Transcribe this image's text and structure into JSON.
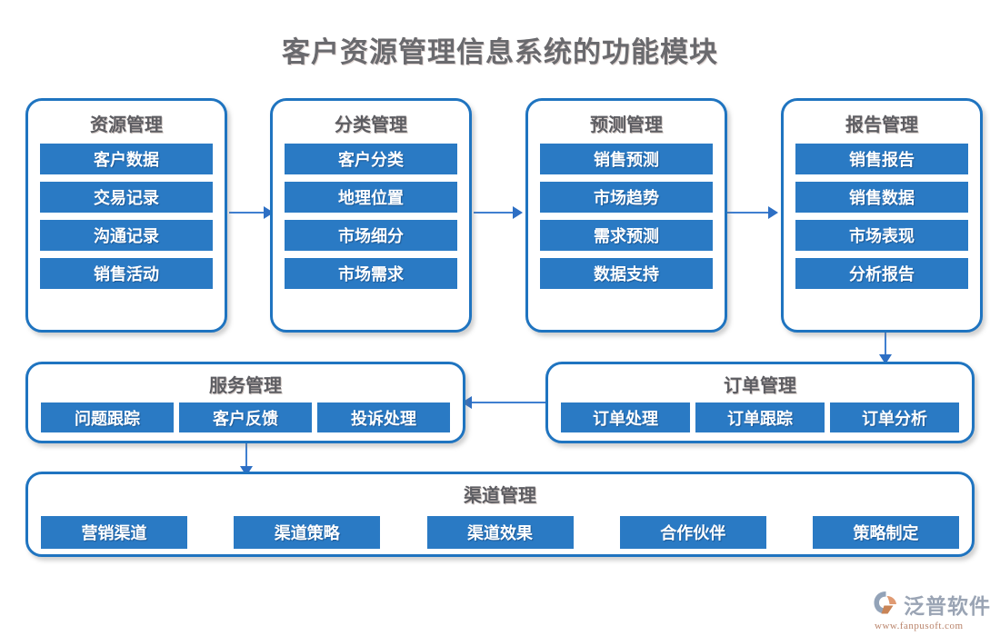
{
  "page": {
    "title": "客户资源管理信息系统的功能模块",
    "background_color": "#ffffff",
    "accent_color": "#2a7ac4",
    "border_color": "#1f74c0",
    "title_color": "#6a6a6e"
  },
  "modules": {
    "resource": {
      "title": "资源管理",
      "items": [
        "客户数据",
        "交易记录",
        "沟通记录",
        "销售活动"
      ]
    },
    "classification": {
      "title": "分类管理",
      "items": [
        "客户分类",
        "地理位置",
        "市场细分",
        "市场需求"
      ]
    },
    "forecast": {
      "title": "预测管理",
      "items": [
        "销售预测",
        "市场趋势",
        "需求预测",
        "数据支持"
      ]
    },
    "report": {
      "title": "报告管理",
      "items": [
        "销售报告",
        "销售数据",
        "市场表现",
        "分析报告"
      ]
    },
    "service": {
      "title": "服务管理",
      "items": [
        "问题跟踪",
        "客户反馈",
        "投诉处理"
      ]
    },
    "order": {
      "title": "订单管理",
      "items": [
        "订单处理",
        "订单跟踪",
        "订单分析"
      ]
    },
    "channel": {
      "title": "渠道管理",
      "items": [
        "营销渠道",
        "渠道策略",
        "渠道效果",
        "合作伙伴",
        "策略制定"
      ]
    }
  },
  "connectors": [
    {
      "name": "resource-to-classification",
      "direction": "right"
    },
    {
      "name": "classification-to-forecast",
      "direction": "right"
    },
    {
      "name": "forecast-to-report",
      "direction": "right"
    },
    {
      "name": "report-to-order",
      "direction": "down"
    },
    {
      "name": "order-to-service",
      "direction": "left"
    },
    {
      "name": "service-to-channel",
      "direction": "down"
    }
  ],
  "watermark": {
    "text": "泛普软件"
  },
  "brand": {
    "name": "泛普软件",
    "url": "www.fanpusoft.com",
    "icon": "fanpu-logo-icon",
    "text_color": "#9aa4b4",
    "url_color": "#b9836a"
  }
}
